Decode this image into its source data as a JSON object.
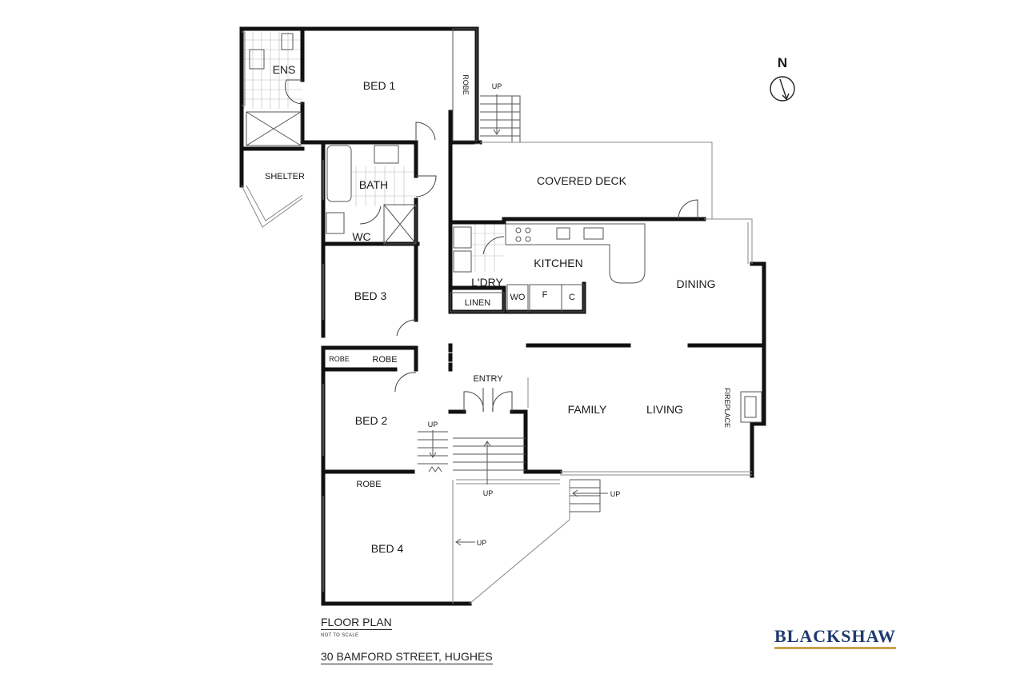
{
  "rooms": {
    "ens": "ENS",
    "bed1": "BED 1",
    "robe_bed1": "ROBE",
    "shelter": "SHELTER",
    "bath": "BATH",
    "wc": "WC",
    "covered_deck": "COVERED DECK",
    "kitchen": "KITCHEN",
    "laundry": "L'DRY",
    "linen": "LINEN",
    "wo": "WO",
    "fridge": "F",
    "cupboard": "C",
    "dining": "DINING",
    "bed3": "BED 3",
    "robe_small": "ROBE",
    "robe_bed3": "ROBE",
    "entry": "ENTRY",
    "family": "FAMILY",
    "living": "LIVING",
    "fireplace": "FIREPLACE",
    "bed2": "BED 2",
    "robe_bed2": "ROBE",
    "bed4": "BED 4"
  },
  "stairs": {
    "up_bed1_deck": "UP",
    "up_hall": "UP",
    "up_entry": "UP",
    "up_path": "UP",
    "up_front": "UP"
  },
  "compass": {
    "label": "N"
  },
  "footer": {
    "title": "FLOOR PLAN",
    "scale_note": "NOT TO SCALE",
    "address": "30 BAMFORD STREET, HUGHES"
  },
  "brand": {
    "name": "BLACKSHAW",
    "color": "#1e3a6e",
    "accent": "#c9a24a"
  }
}
